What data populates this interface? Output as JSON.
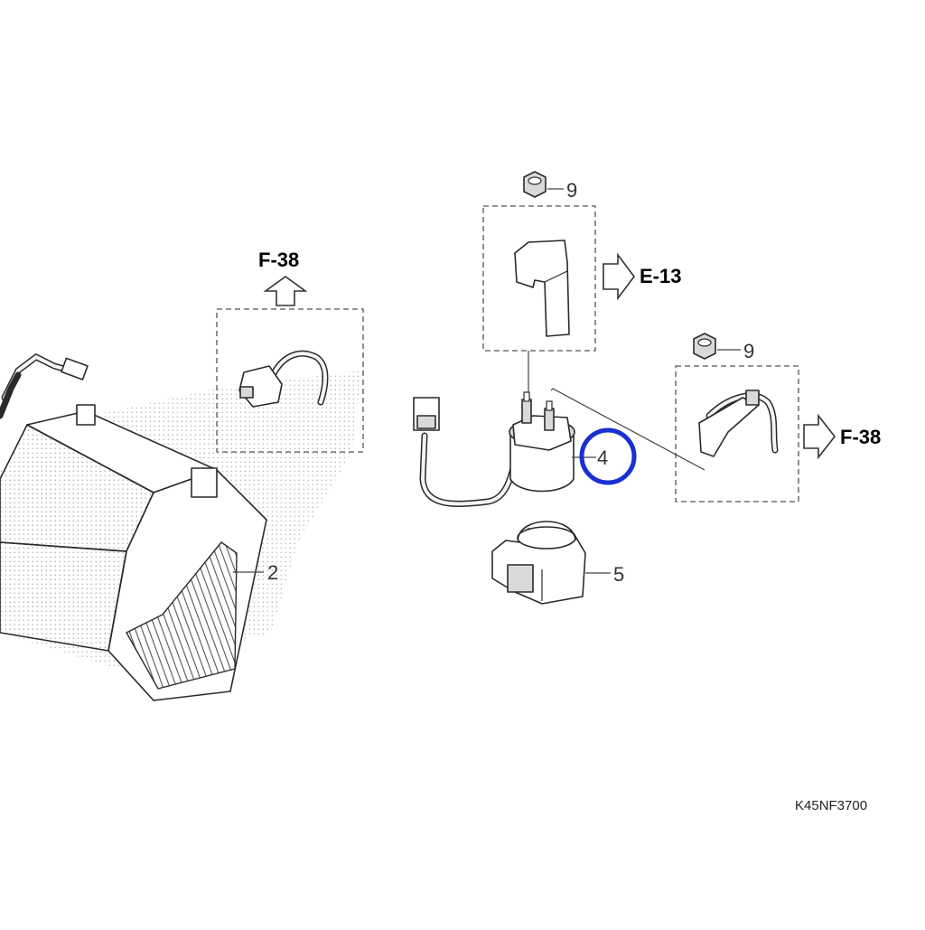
{
  "diagram": {
    "refs": {
      "f38_top": "F-38",
      "e13": "E-13",
      "f38_right": "F-38"
    },
    "callouts": {
      "battery": "2",
      "relay": "4",
      "holder": "5",
      "nut_top": "9",
      "nut_right": "9"
    },
    "figure_code": "K45NF3700",
    "highlight_color": "#1a2fd0"
  }
}
